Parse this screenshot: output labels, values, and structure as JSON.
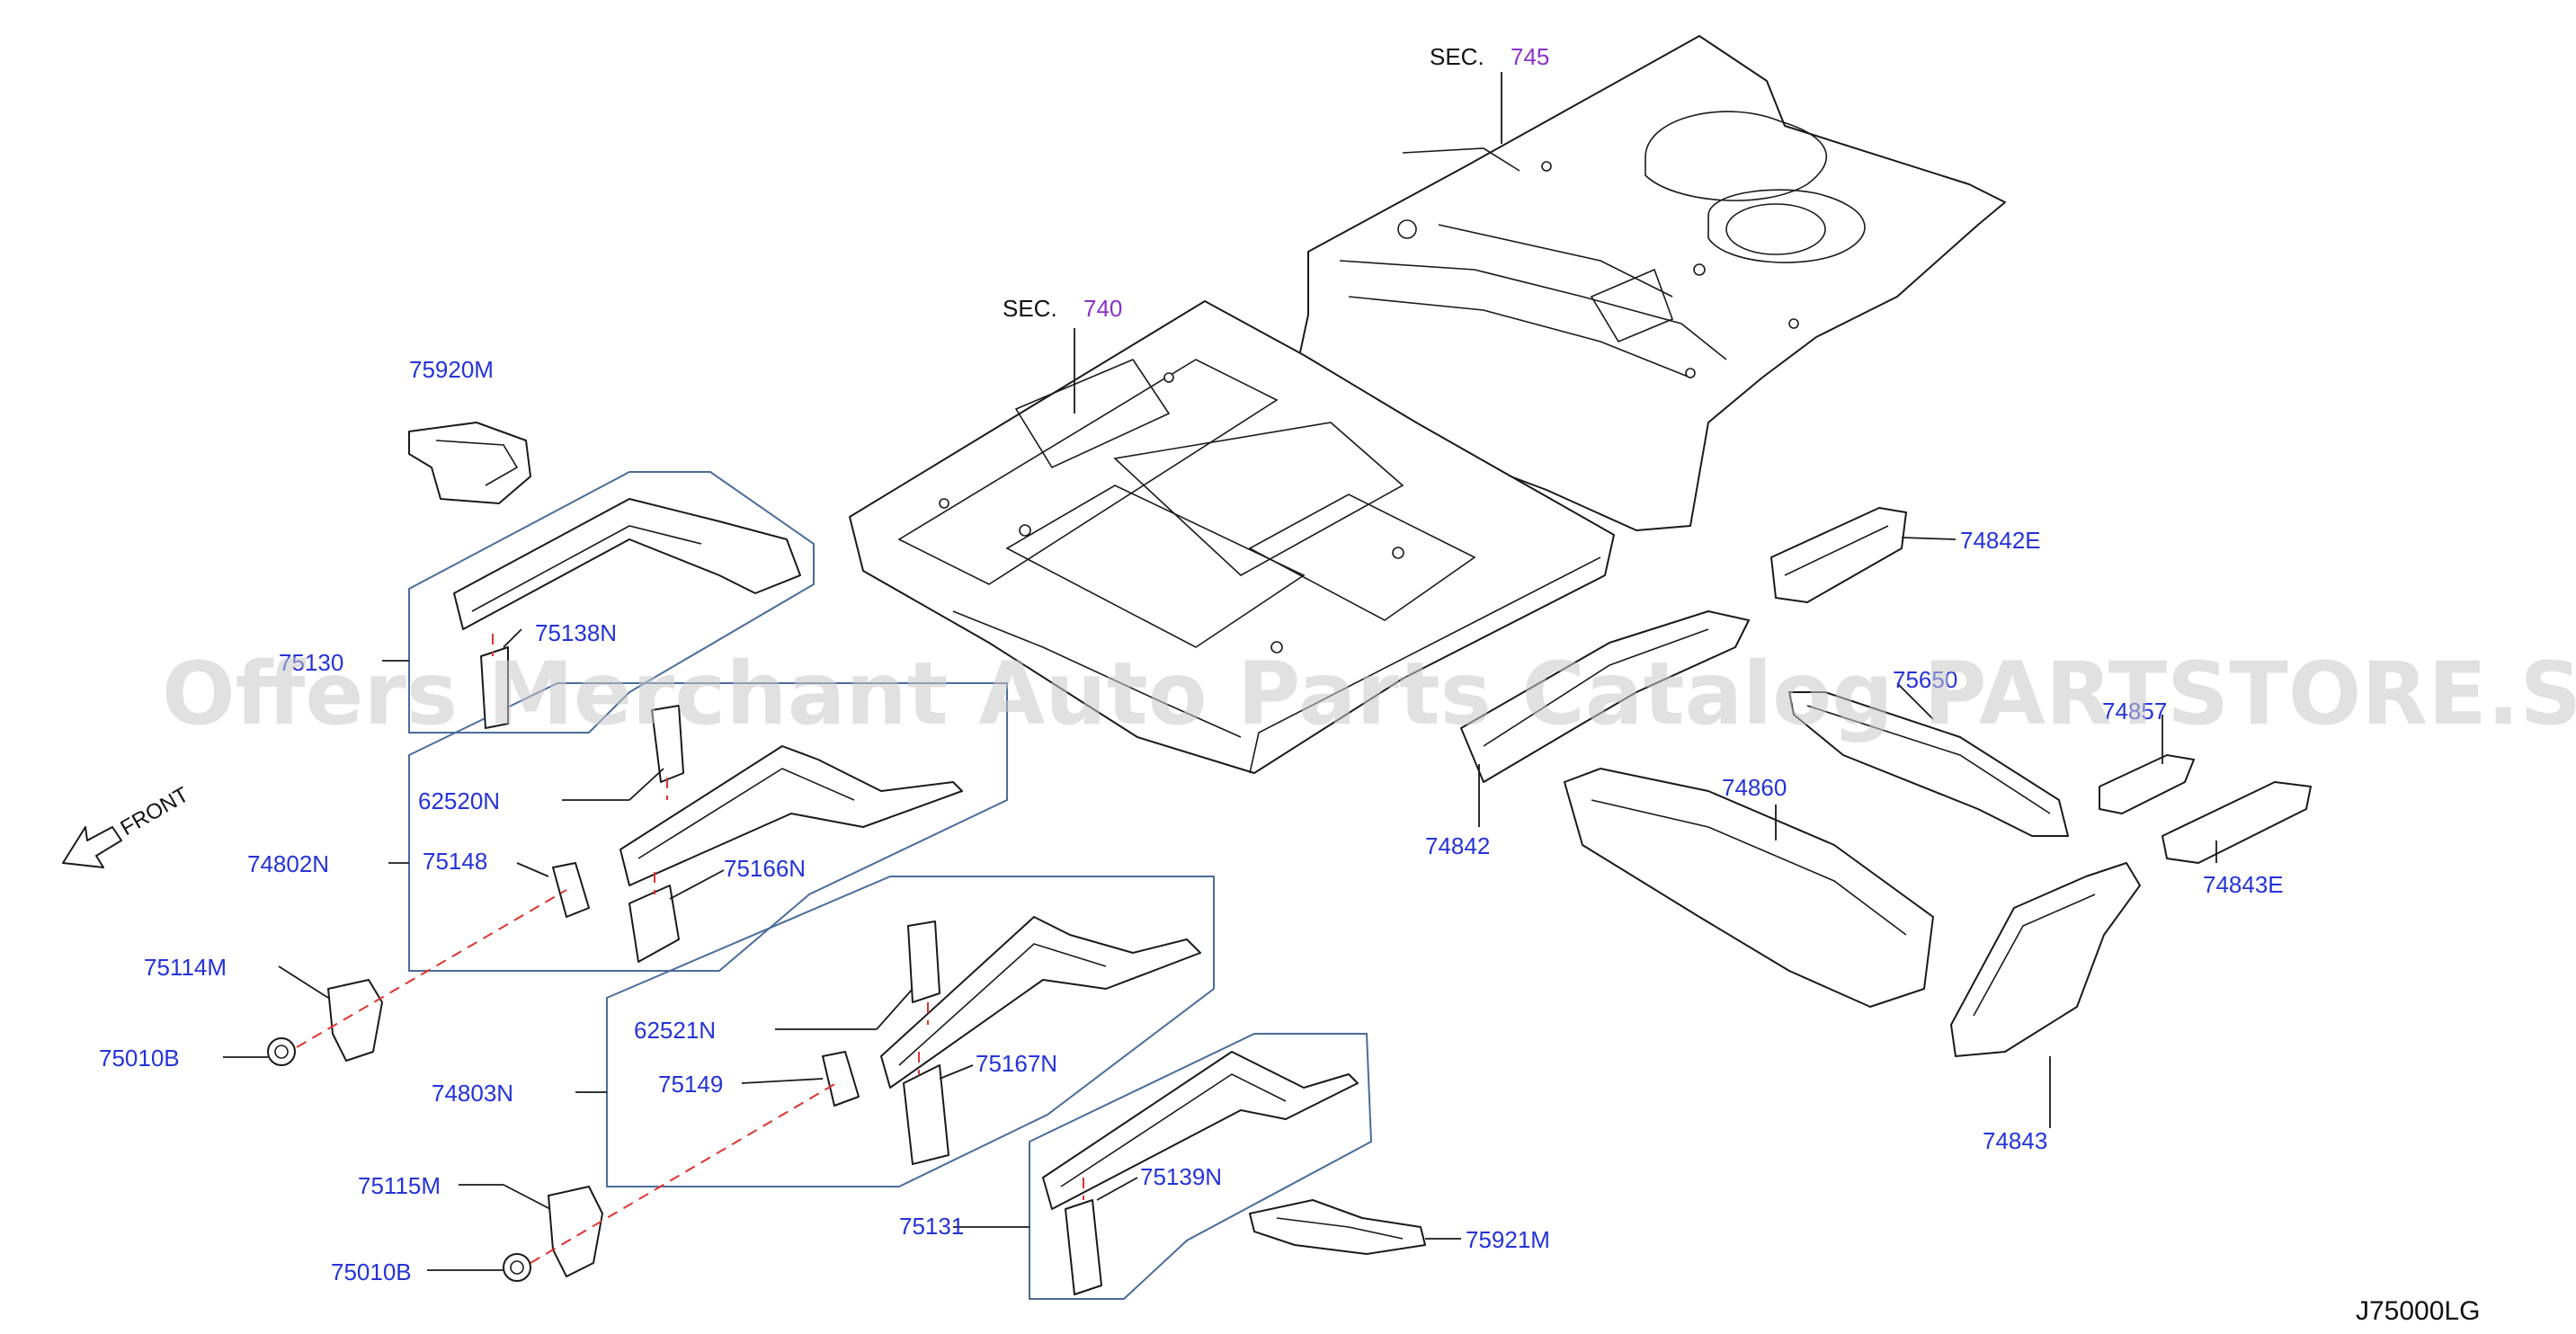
{
  "diagram_code": "J75000LG",
  "watermark": "Offers Merchant Auto Parts Catalog PARTSTORE.SA",
  "direction": {
    "label": "FRONT",
    "icon": "arrow-front-icon"
  },
  "sections": [
    {
      "prefix": "SEC.",
      "number": "745"
    },
    {
      "prefix": "SEC.",
      "number": "740"
    }
  ],
  "part_labels": {
    "p75920M": "75920M",
    "p75130": "75130",
    "p75138N": "75138N",
    "p62520N": "62520N",
    "p75148": "75148",
    "p75166N": "75166N",
    "p74802N": "74802N",
    "p75114M": "75114M",
    "p75010B_1": "75010B",
    "p62521N": "62521N",
    "p75149": "75149",
    "p75167N": "75167N",
    "p74803N": "74803N",
    "p75115M": "75115M",
    "p75010B_2": "75010B",
    "p75131": "75131",
    "p75139N": "75139N",
    "p75921M": "75921M",
    "p74842E": "74842E",
    "p75650": "75650",
    "p74857": "74857",
    "p74842": "74842",
    "p74860": "74860",
    "p74843E": "74843E",
    "p74843": "74843"
  },
  "colors": {
    "part_label": "#2433d8",
    "section_number": "#8a32c8",
    "group_frame": "#4a6c9c",
    "assembly_line": "#e0332f"
  }
}
